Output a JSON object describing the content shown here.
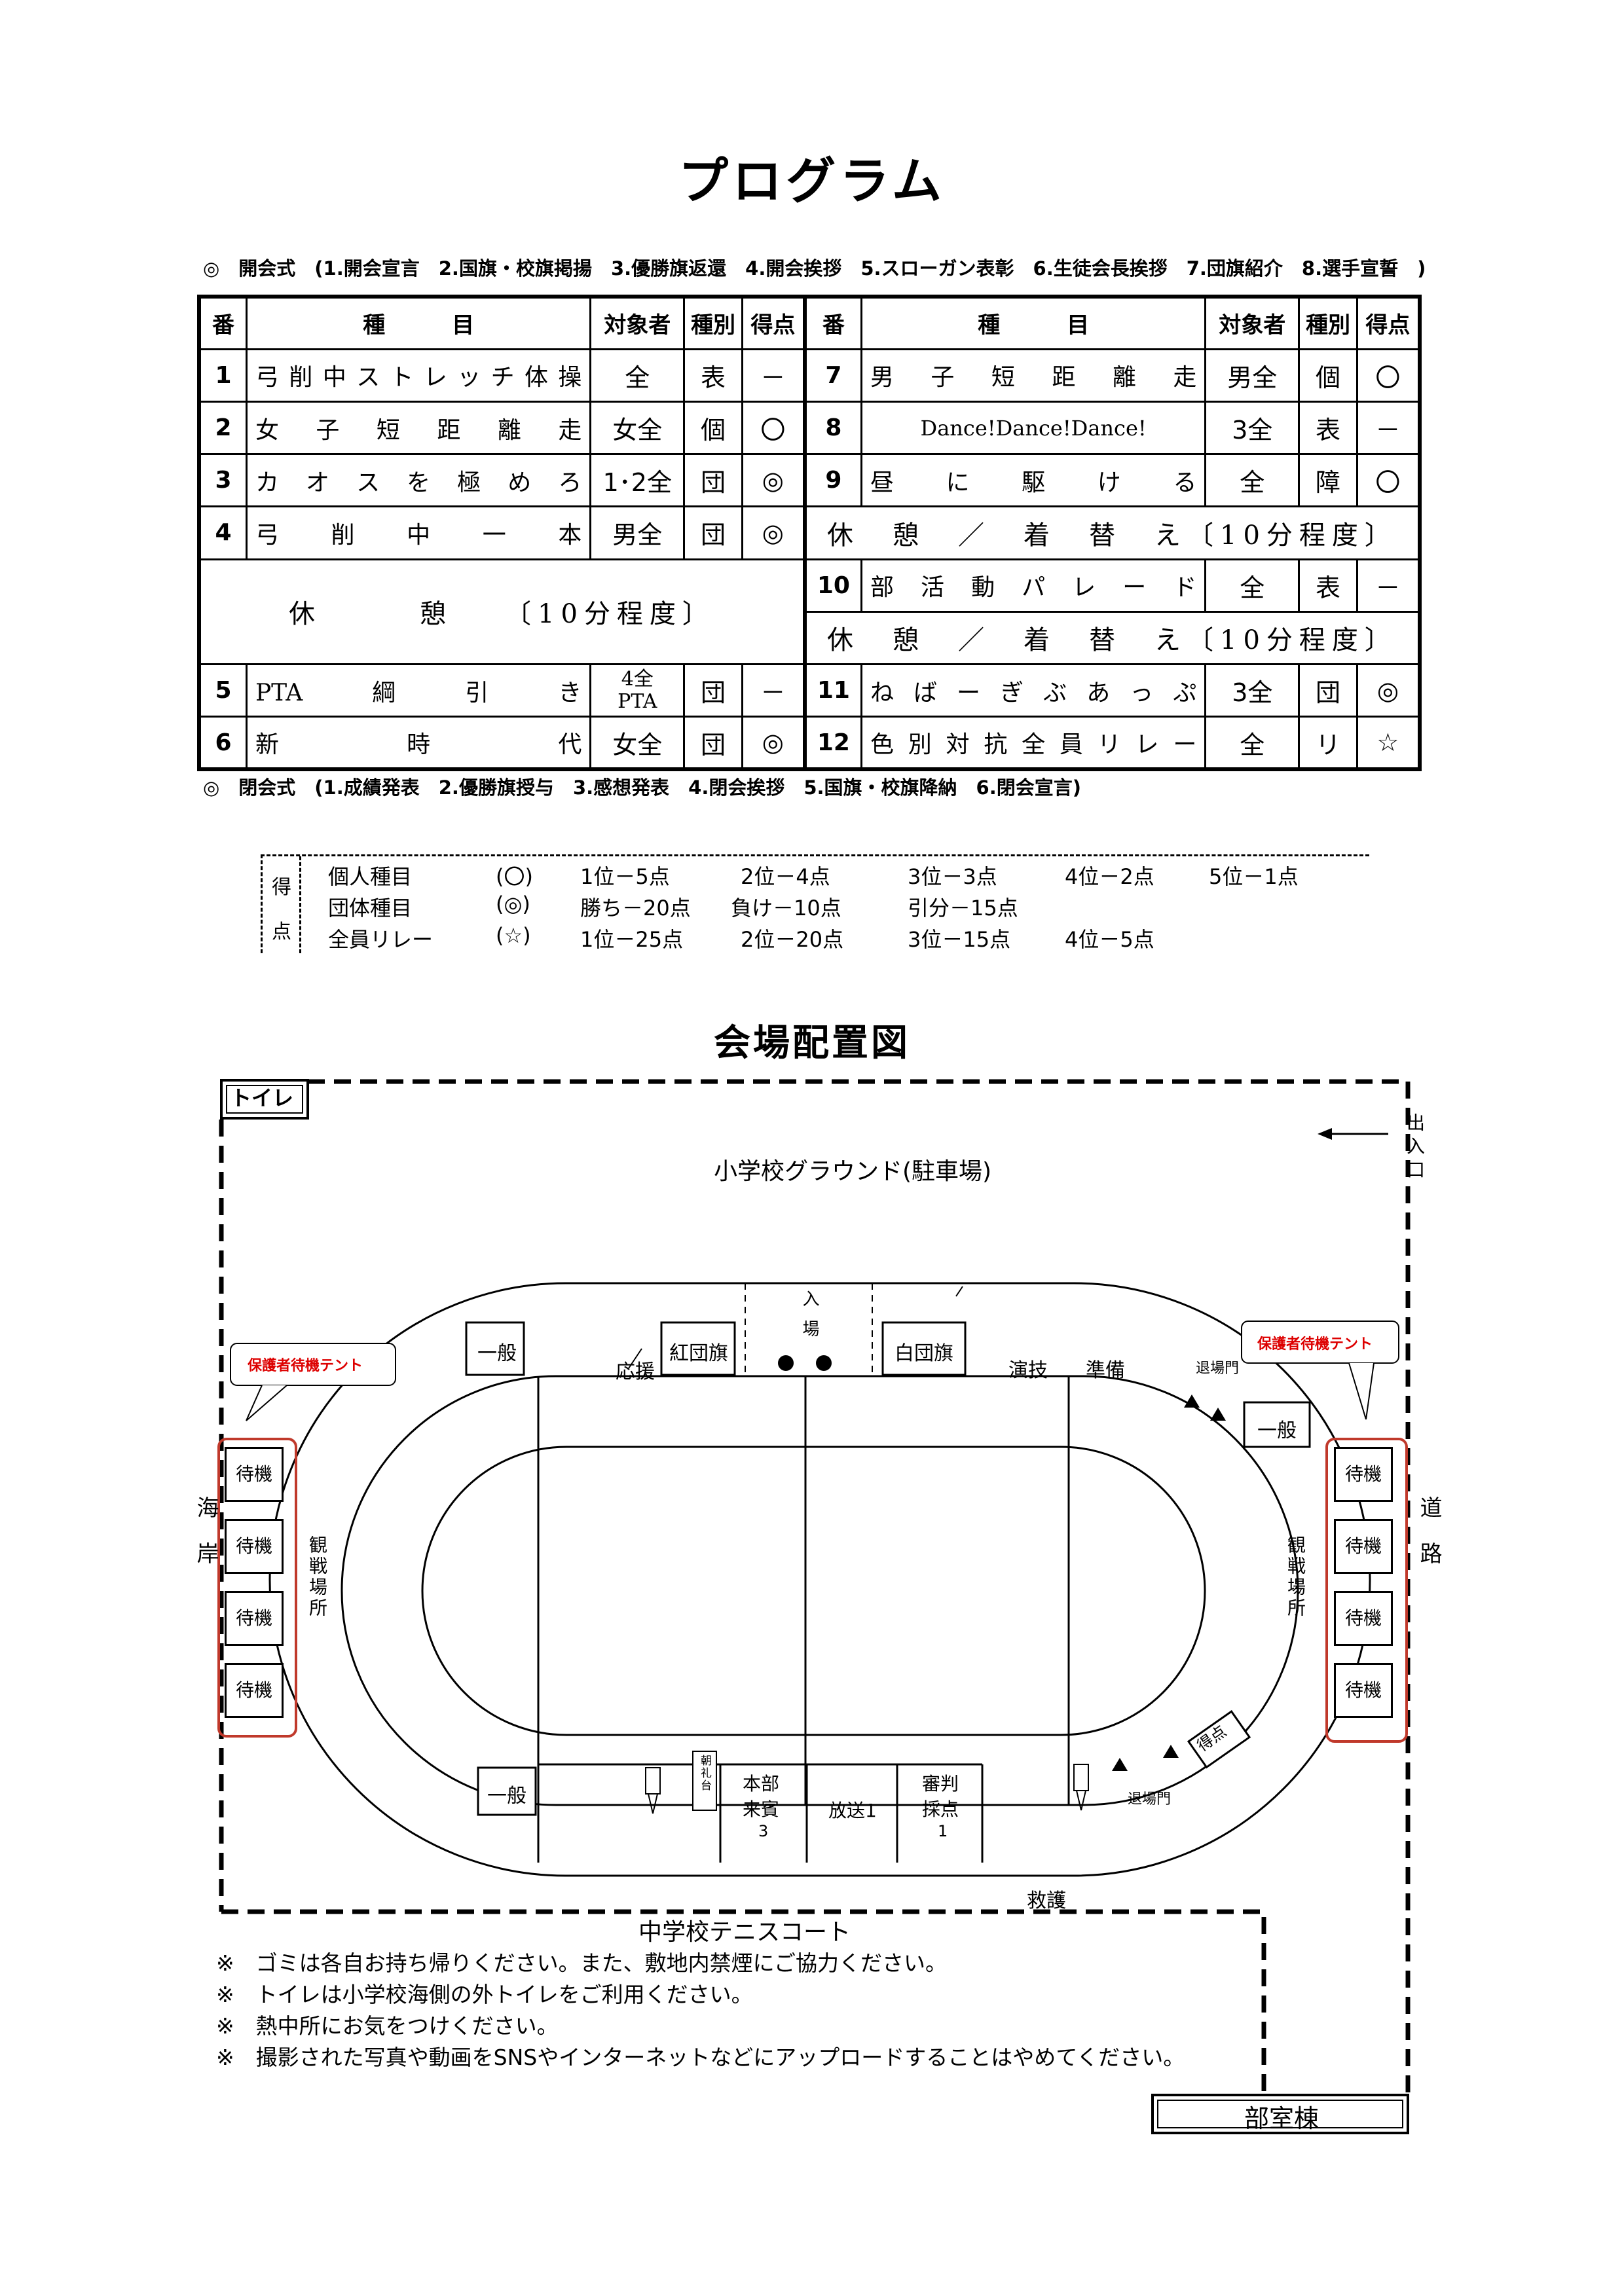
{
  "title": "プログラム",
  "opening": "◎　開会式　(1.開会宣言　2.国旗・校旗掲揚　3.優勝旗返還　4.開会挨拶　5.スローガン表彰　6.生徒会長挨拶　7.団旗紹介　8.選手宣誓　)",
  "closing": "◎　閉会式　(1.成績発表　2.優勝旗授与　3.感想発表　4.閉会挨拶　5.国旗・校旗降納　6.閉会宣言)",
  "table": {
    "headers": {
      "num": "番",
      "event": "種　　　目",
      "target": "対象者",
      "type": "種別",
      "score": "得点"
    },
    "left": [
      {
        "num": "1",
        "event": "弓削中ストレッチ体操",
        "target": "全",
        "type": "表",
        "score": "－"
      },
      {
        "num": "2",
        "event": "女子短距離走",
        "target": "女全",
        "type": "個",
        "score": "〇"
      },
      {
        "num": "3",
        "event": "カオスを極めろ",
        "target": "1･2全",
        "type": "団",
        "score": "◎"
      },
      {
        "num": "4",
        "event": "弓削中一本",
        "target": "男全",
        "type": "団",
        "score": "◎"
      },
      {
        "num": "5",
        "event": "PTA綱引き",
        "target": "4全\nPTA",
        "type": "団",
        "score": "－"
      },
      {
        "num": "6",
        "event": "新時代",
        "target": "女全",
        "type": "団",
        "score": "◎"
      }
    ],
    "right": [
      {
        "num": "7",
        "event": "男子短距離走",
        "target": "男全",
        "type": "個",
        "score": "〇"
      },
      {
        "num": "8",
        "event": "Dance!Dance!Dance!",
        "target": "3全",
        "type": "表",
        "score": "－"
      },
      {
        "num": "9",
        "event": "昼に駆ける",
        "target": "全",
        "type": "障",
        "score": "〇"
      },
      {
        "num": "10",
        "event": "部活動パレード",
        "target": "全",
        "type": "表",
        "score": "－"
      },
      {
        "num": "11",
        "event": "ねばーぎぶあっぷ",
        "target": "3全",
        "type": "団",
        "score": "◎"
      },
      {
        "num": "12",
        "event": "色別対抗全員リレー",
        "target": "全",
        "type": "リ",
        "score": "☆"
      }
    ],
    "break_left": "休　　　憩　　〔10分程度〕",
    "break_right_1": "休　憩　／　着　替　え〔10分程度〕",
    "break_right_2": "休　憩　／　着　替　え〔10分程度〕"
  },
  "scoring": {
    "label_top": "得",
    "label_bottom": "点",
    "rows": [
      {
        "name": "個人種目",
        "mark": "(〇)",
        "c1": "1位－5点",
        "c2": "2位－4点",
        "c3": "3位－3点",
        "c4": "4位－2点",
        "c5": "5位－1点"
      },
      {
        "name": "団体種目",
        "mark": "(◎)",
        "c1": "勝ち－20点",
        "c2": "負け－10点",
        "c3": "引分－15点",
        "c4": "",
        "c5": ""
      },
      {
        "name": "全員リレー",
        "mark": "(☆)",
        "c1": "1位－25点",
        "c2": "2位－20点",
        "c3": "3位－15点",
        "c4": "4位－5点",
        "c5": ""
      }
    ]
  },
  "map": {
    "title": "会場配置図",
    "toilet": "トイレ",
    "exit": "出入口",
    "ground": "小学校グラウンド(駐車場)",
    "entrance": "入場",
    "general": "一般",
    "red_flag": "紅団旗",
    "white_flag": "白団旗",
    "cheer": "応援",
    "perform": "演技",
    "prep": "準備",
    "exit_gate": "退場門",
    "tent": "保護者待機テント",
    "wait": "待機",
    "watch": "観戦場所",
    "sea": "海岸",
    "road": "道路",
    "podium": "朝礼台",
    "hq_1": "本部",
    "hq_2": "来賓",
    "hq_3": "3",
    "broadcast": "放送1",
    "judge_1": "審判",
    "judge_2": "採点",
    "judge_3": "1",
    "score": "得点",
    "rescue": "救護",
    "tennis": "中学校テニスコート",
    "club": "部室棟"
  },
  "notes": [
    "※　ゴミは各自お持ち帰りください。また、敷地内禁煙にご協力ください。",
    "※　トイレは小学校海側の外トイレをご利用ください。",
    "※　熱中所にお気をつけください。",
    "※　撮影された写真や動画をSNSやインターネットなどにアップロードすることはやめてください。"
  ]
}
